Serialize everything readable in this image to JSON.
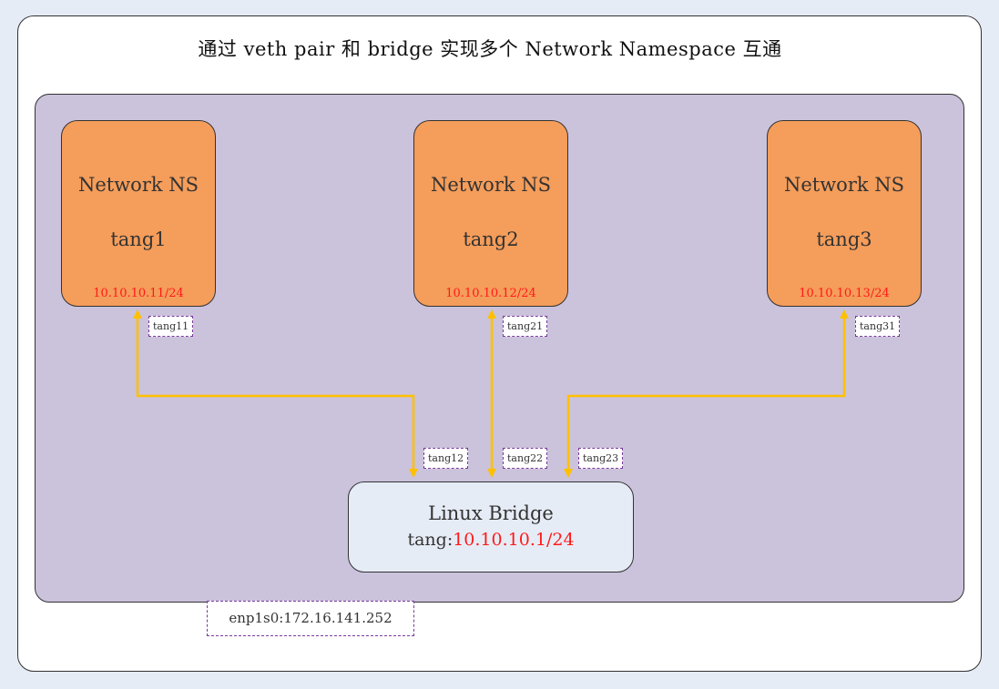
{
  "title": "通过 veth pair 和 bridge 实现多个 Network Namespace 互通",
  "namespaces": [
    {
      "title": "Network NS",
      "name": "tang1",
      "ip": "10.10.10.11/24",
      "veth_ns": "tang11",
      "veth_br": "tang12"
    },
    {
      "title": "Network NS",
      "name": "tang2",
      "ip": "10.10.10.12/24",
      "veth_ns": "tang21",
      "veth_br": "tang22"
    },
    {
      "title": "Network NS",
      "name": "tang3",
      "ip": "10.10.10.13/24",
      "veth_ns": "tang31",
      "veth_br": "tang23"
    }
  ],
  "bridge": {
    "title": "Linux Bridge",
    "name_prefix": "tang:",
    "ip": "10.10.10.1/24"
  },
  "uplink": "enp1s0:172.16.141.252",
  "colors": {
    "link": "#ffc000",
    "ns_fill": "#f59d5a",
    "host_fill": "#cbc2dc",
    "ip_text": "#ff1a1a"
  }
}
